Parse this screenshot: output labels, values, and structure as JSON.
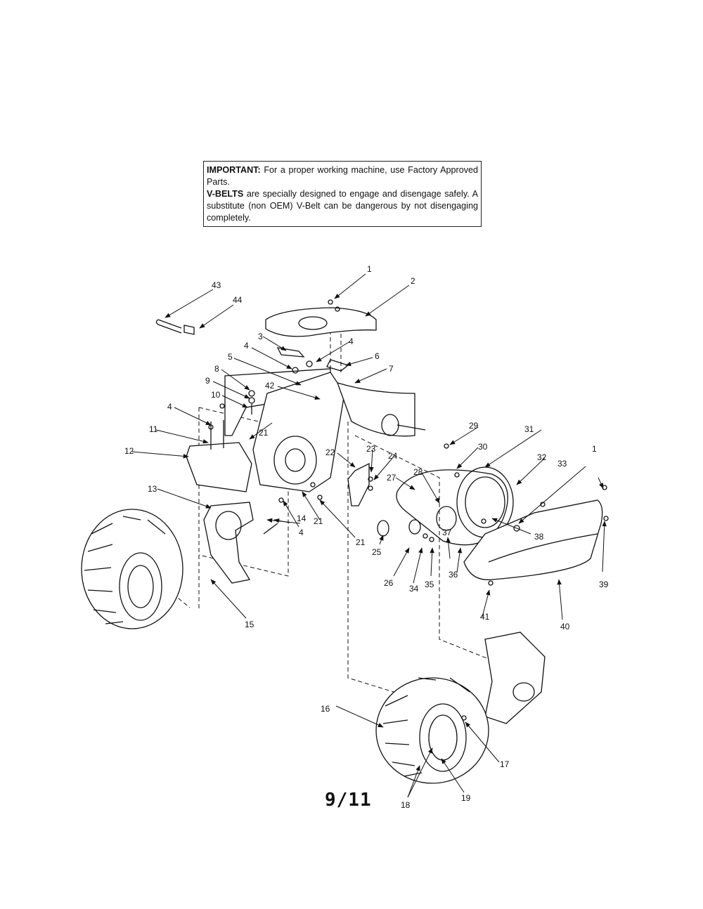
{
  "notice": {
    "important_label": "IMPORTANT:",
    "important_text": "For a proper working machine, use Factory Approved Parts.",
    "vbelts_label": "V-BELTS",
    "vbelts_text": "are specially designed to engage and disengage safely. A substitute (non OEM) V-Belt can be dangerous by not disengaging completely."
  },
  "page_number": "9/11",
  "callouts": [
    "1",
    "2",
    "3",
    "4",
    "4",
    "5",
    "6",
    "7",
    "8",
    "9",
    "10",
    "42",
    "4",
    "11",
    "12",
    "21",
    "13",
    "14",
    "4",
    "21",
    "15",
    "22",
    "23",
    "24",
    "21",
    "25",
    "27",
    "28",
    "26",
    "34",
    "35",
    "29",
    "30",
    "31",
    "37",
    "36",
    "32",
    "33",
    "1",
    "38",
    "39",
    "40",
    "41",
    "16",
    "17",
    "18",
    "19",
    "43",
    "44"
  ]
}
